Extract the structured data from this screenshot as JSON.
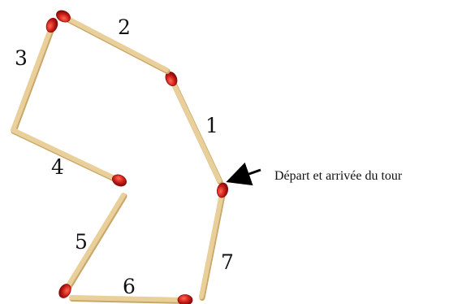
{
  "diagram": {
    "matches": [
      {
        "number": "1"
      },
      {
        "number": "2"
      },
      {
        "number": "3"
      },
      {
        "number": "4"
      },
      {
        "number": "5"
      },
      {
        "number": "6"
      },
      {
        "number": "7"
      }
    ],
    "annotation": "Départ et arrivée du tour",
    "colors": {
      "stick": "#e9cf9a",
      "stick_shade": "#c9a76a",
      "head": "#cf1f1a",
      "head_dark": "#8e0f0c",
      "text": "#111111",
      "arrow": "#000000"
    }
  }
}
